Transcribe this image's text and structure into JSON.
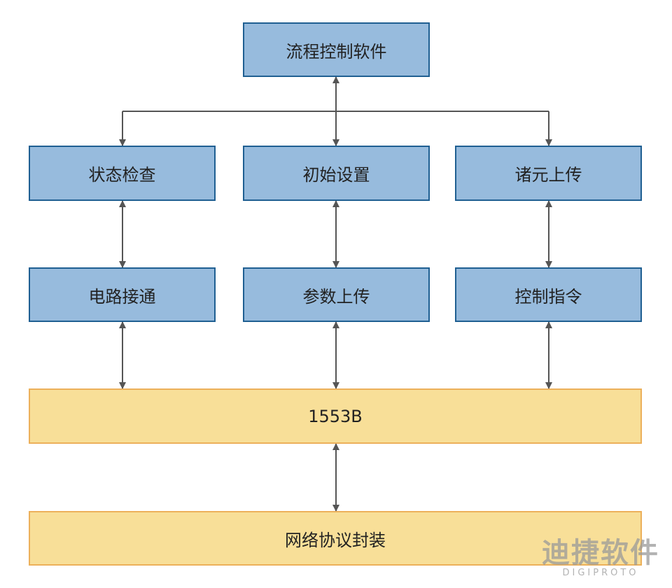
{
  "diagram": {
    "top": {
      "label": "流程控制软件"
    },
    "row1": [
      {
        "label": "状态检查"
      },
      {
        "label": "初始设置"
      },
      {
        "label": "诸元上传"
      }
    ],
    "row2": [
      {
        "label": "电路接通"
      },
      {
        "label": "参数上传"
      },
      {
        "label": "控制指令"
      }
    ],
    "bus": {
      "label": "1553B"
    },
    "protocol": {
      "label": "网络协议封装"
    }
  },
  "watermark": {
    "main": "迪捷软件",
    "sub": "DIGIPROTO"
  },
  "colors": {
    "box_fill_blue": "#97bbdd",
    "box_border_blue": "#1f5f92",
    "box_fill_yellow": "#f8df98",
    "box_border_yellow": "#ecb05a",
    "connector": "#555555"
  }
}
